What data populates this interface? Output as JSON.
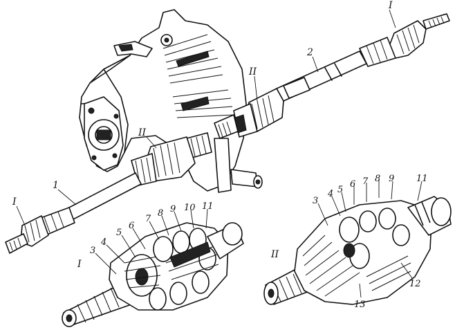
{
  "labels": {
    "top_right_joint": "I",
    "top_shaft": "2",
    "top_inner_joint": "II",
    "left_inner_joint": "II",
    "left_shaft": "1",
    "left_outer_joint": "I",
    "detail_I": {
      "title": "I",
      "n3": "3",
      "n4": "4",
      "n5": "5",
      "n6": "6",
      "n7": "7",
      "n8": "8",
      "n9": "9",
      "n10": "10",
      "n11": "11"
    },
    "detail_II": {
      "title": "II",
      "n3": "3",
      "n4": "4",
      "n5": "5",
      "n6": "6",
      "n7": "7",
      "n8": "8",
      "n9": "9",
      "n11": "11",
      "n12": "12",
      "n13": "13"
    }
  }
}
